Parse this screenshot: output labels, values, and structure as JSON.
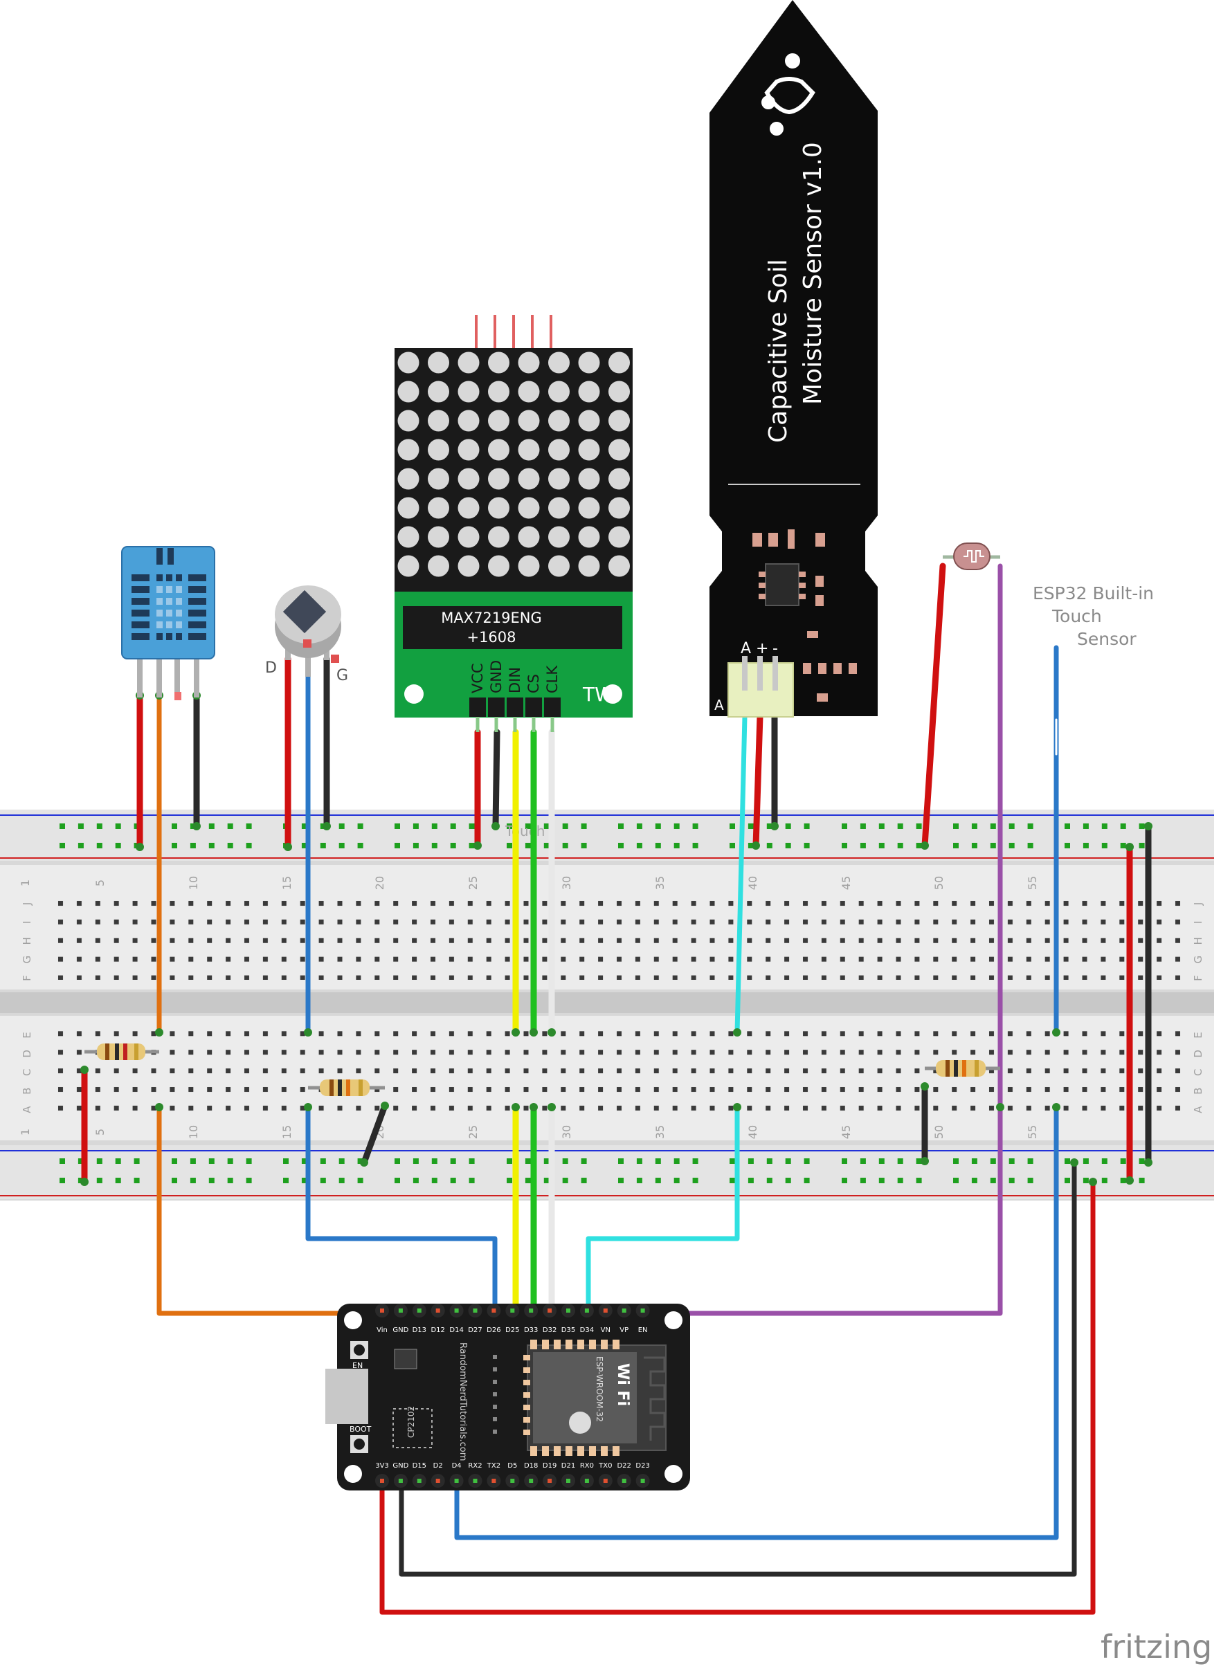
{
  "modules": {
    "matrix_chip_line1": "MAX7219ENG",
    "matrix_chip_line2": "+1608",
    "matrix_pins": [
      "VCC",
      "GND",
      "DIN",
      "CS",
      "CLK"
    ],
    "matrix_mark": "TW",
    "soil_title_line1": "Capacitive Soil",
    "soil_title_line2": "Moisture Sensor v1.0",
    "soil_pin_a": "A",
    "soil_pin_plus": "+",
    "soil_pin_minus": "-",
    "soil_pin_side": "A",
    "tilt_label_d": "D",
    "tilt_label_g": "G",
    "touch_label_line1": "ESP32 Built-in",
    "touch_label_line2": "Touch",
    "touch_label_line3": "Sensor"
  },
  "breadboard": {
    "row_letters_top": [
      "J",
      "I",
      "H",
      "G",
      "F"
    ],
    "row_letters_bottom": [
      "E",
      "D",
      "C",
      "B",
      "A"
    ],
    "column_numbers": [
      "1",
      "5",
      "10",
      "15",
      "20",
      "25",
      "30",
      "35",
      "40",
      "45",
      "50",
      "55"
    ],
    "faint_label": "Touch"
  },
  "esp32": {
    "top_pins": [
      "Vin",
      "GND",
      "D13",
      "D12",
      "D14",
      "D27",
      "D26",
      "D25",
      "D33",
      "D32",
      "D35",
      "D34",
      "VN",
      "VP",
      "EN"
    ],
    "bottom_pins": [
      "3V3",
      "GND",
      "D15",
      "D2",
      "D4",
      "RX2",
      "TX2",
      "D5",
      "D18",
      "D19",
      "D21",
      "RX0",
      "TX0",
      "D22",
      "D23"
    ],
    "button_en": "EN",
    "button_boot": "BOOT",
    "usb_chip": "CP2102",
    "vertical_text": "RandomNerdTutorials.com",
    "module_text": "ESP-WROOM-32",
    "wifi_text": "Wi Fi"
  },
  "footer": {
    "brand": "fritzing"
  },
  "colors": {
    "red": "#d01010",
    "black": "#2a2a2a",
    "orange": "#e07010",
    "blue": "#2a78c8",
    "yellow": "#f0f000",
    "green": "#20c020",
    "white": "#e8e8e8",
    "cyan": "#30e0e0",
    "purple": "#9a50a8",
    "dht_blue": "#4aa0d8",
    "board_green": "#12a040"
  }
}
